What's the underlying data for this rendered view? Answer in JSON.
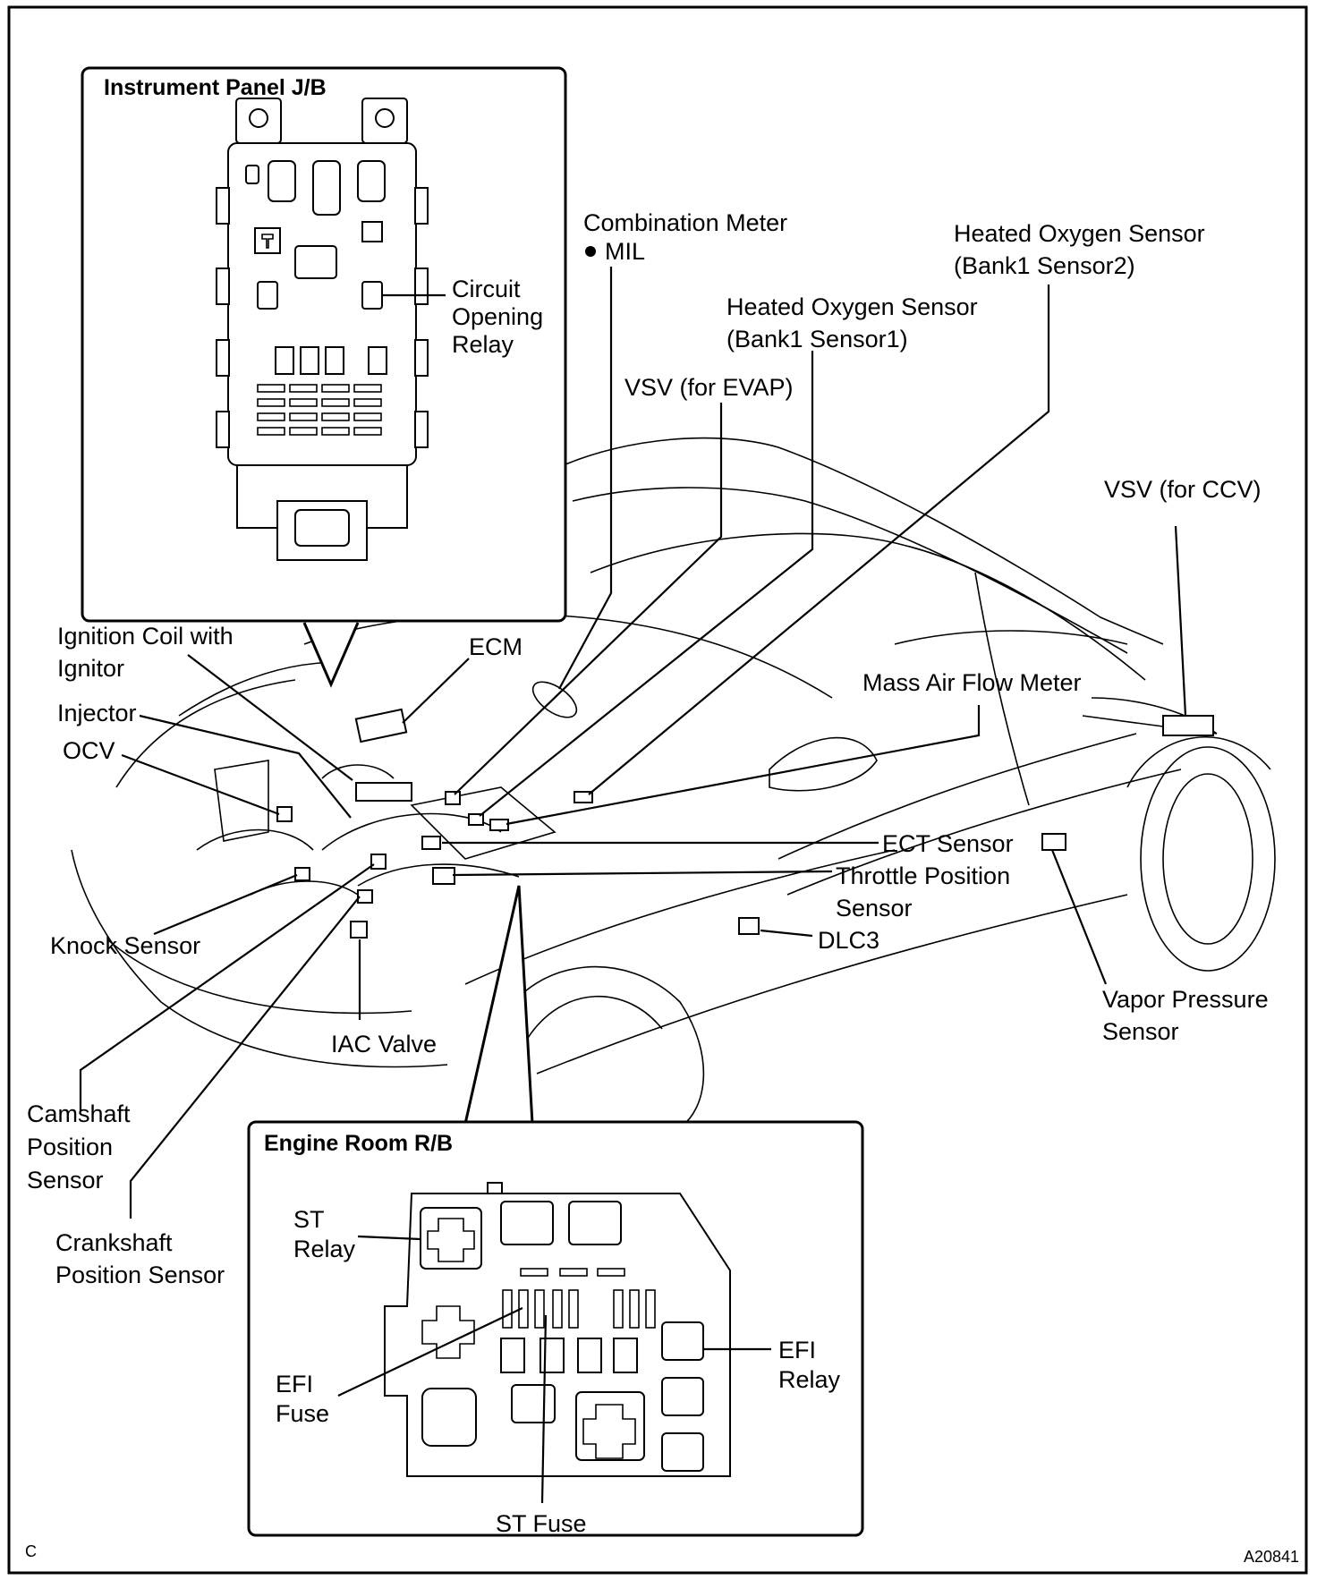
{
  "labels": {
    "instrument_panel_jb": "Instrument Panel J/B",
    "engine_room_rb": "Engine Room R/B",
    "circuit_opening_relay": [
      "Circuit",
      "Opening",
      "Relay"
    ],
    "combination_meter": "Combination Meter",
    "mil": "MIL",
    "heated_oxygen_sensor_s2": [
      "Heated Oxygen Sensor",
      "(Bank1 Sensor2)"
    ],
    "heated_oxygen_sensor_s1": [
      "Heated Oxygen Sensor",
      "(Bank1 Sensor1)"
    ],
    "vsv_evap": "VSV (for EVAP)",
    "vsv_ccv": "VSV (for CCV)",
    "ignition_coil": [
      "Ignition Coil with",
      "Ignitor"
    ],
    "ecm": "ECM",
    "mass_air_flow_meter": "Mass Air Flow Meter",
    "injector": "Injector",
    "ocv": "OCV",
    "ect_sensor": "ECT Sensor",
    "throttle_position_sensor": [
      "Throttle Position",
      "Sensor"
    ],
    "knock_sensor": "Knock Sensor",
    "dlc3": "DLC3",
    "vapor_pressure_sensor": [
      "Vapor Pressure",
      "Sensor"
    ],
    "iac_valve": "IAC Valve",
    "camshaft_position_sensor": [
      "Camshaft",
      "Position",
      "Sensor"
    ],
    "crankshaft_position_sensor": [
      "Crankshaft",
      "Position Sensor"
    ],
    "st_relay": [
      "ST",
      "Relay"
    ],
    "efi_relay": [
      "EFI",
      "Relay"
    ],
    "efi_fuse": [
      "EFI",
      "Fuse"
    ],
    "st_fuse": "ST Fuse",
    "corner_mark": "C",
    "figure_code": "A20841"
  }
}
